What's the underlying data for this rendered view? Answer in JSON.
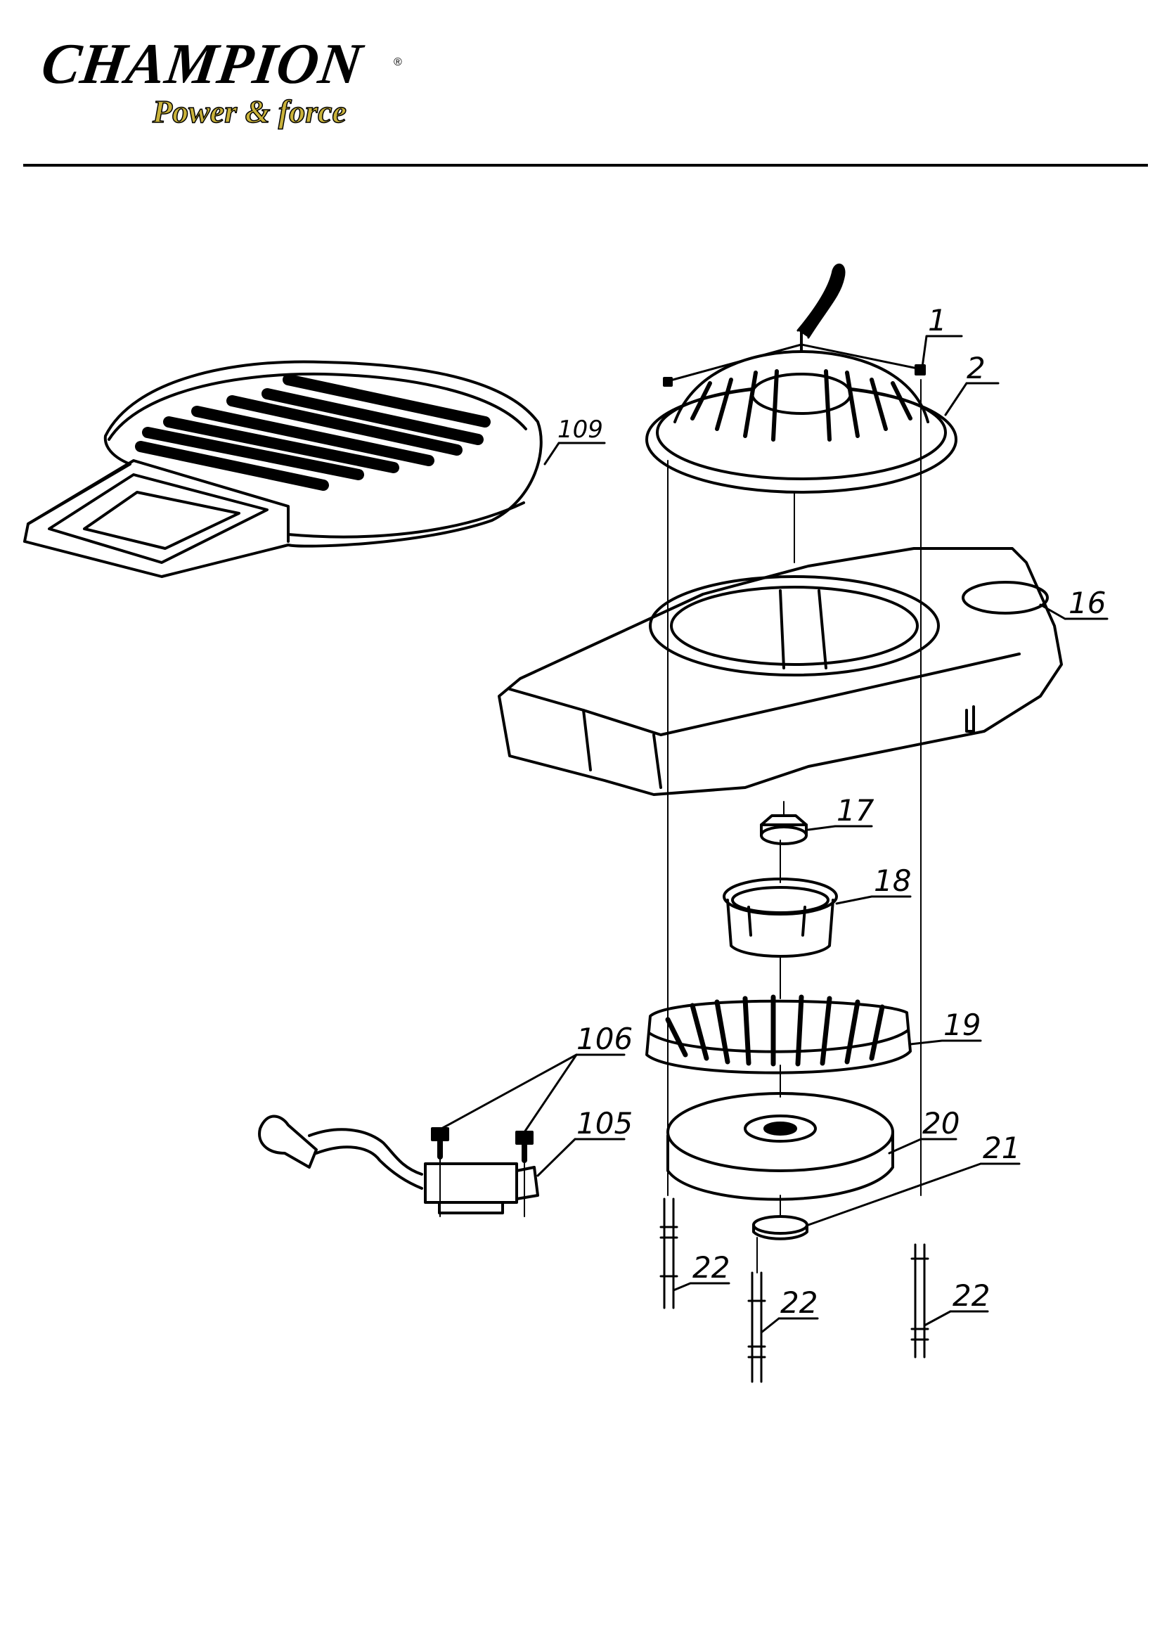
{
  "header": {
    "brand": "CHAMPION",
    "tagline": "Power & force",
    "brand_color": "#000000",
    "tagline_fill": "#c9b23a"
  },
  "diagram": {
    "callouts": [
      {
        "id": "1"
      },
      {
        "id": "2"
      },
      {
        "id": "109"
      },
      {
        "id": "16"
      },
      {
        "id": "17"
      },
      {
        "id": "18"
      },
      {
        "id": "19"
      },
      {
        "id": "106"
      },
      {
        "id": "105"
      },
      {
        "id": "20"
      },
      {
        "id": "21"
      },
      {
        "id": "22"
      },
      {
        "id": "22"
      },
      {
        "id": "22"
      }
    ]
  }
}
